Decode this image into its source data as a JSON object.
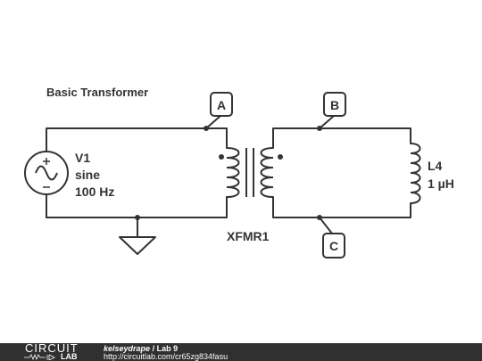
{
  "diagram": {
    "title": "Basic Transformer",
    "source": {
      "name": "V1",
      "type": "sine",
      "freq": "100 Hz"
    },
    "transformer": "XFMR1",
    "inductor": {
      "name": "L4",
      "value": "1 µH"
    },
    "probes": [
      "A",
      "B",
      "C"
    ]
  },
  "footer": {
    "logo_top": "CIRCUIT",
    "logo_bottom": "LAB",
    "user": "kelseydrape",
    "separator": "/",
    "project": "Lab 9",
    "url": "http://circuitlab.com/cr65zg834fasu"
  },
  "colors": {
    "wire": "#333333",
    "footer_bg": "#303030"
  }
}
